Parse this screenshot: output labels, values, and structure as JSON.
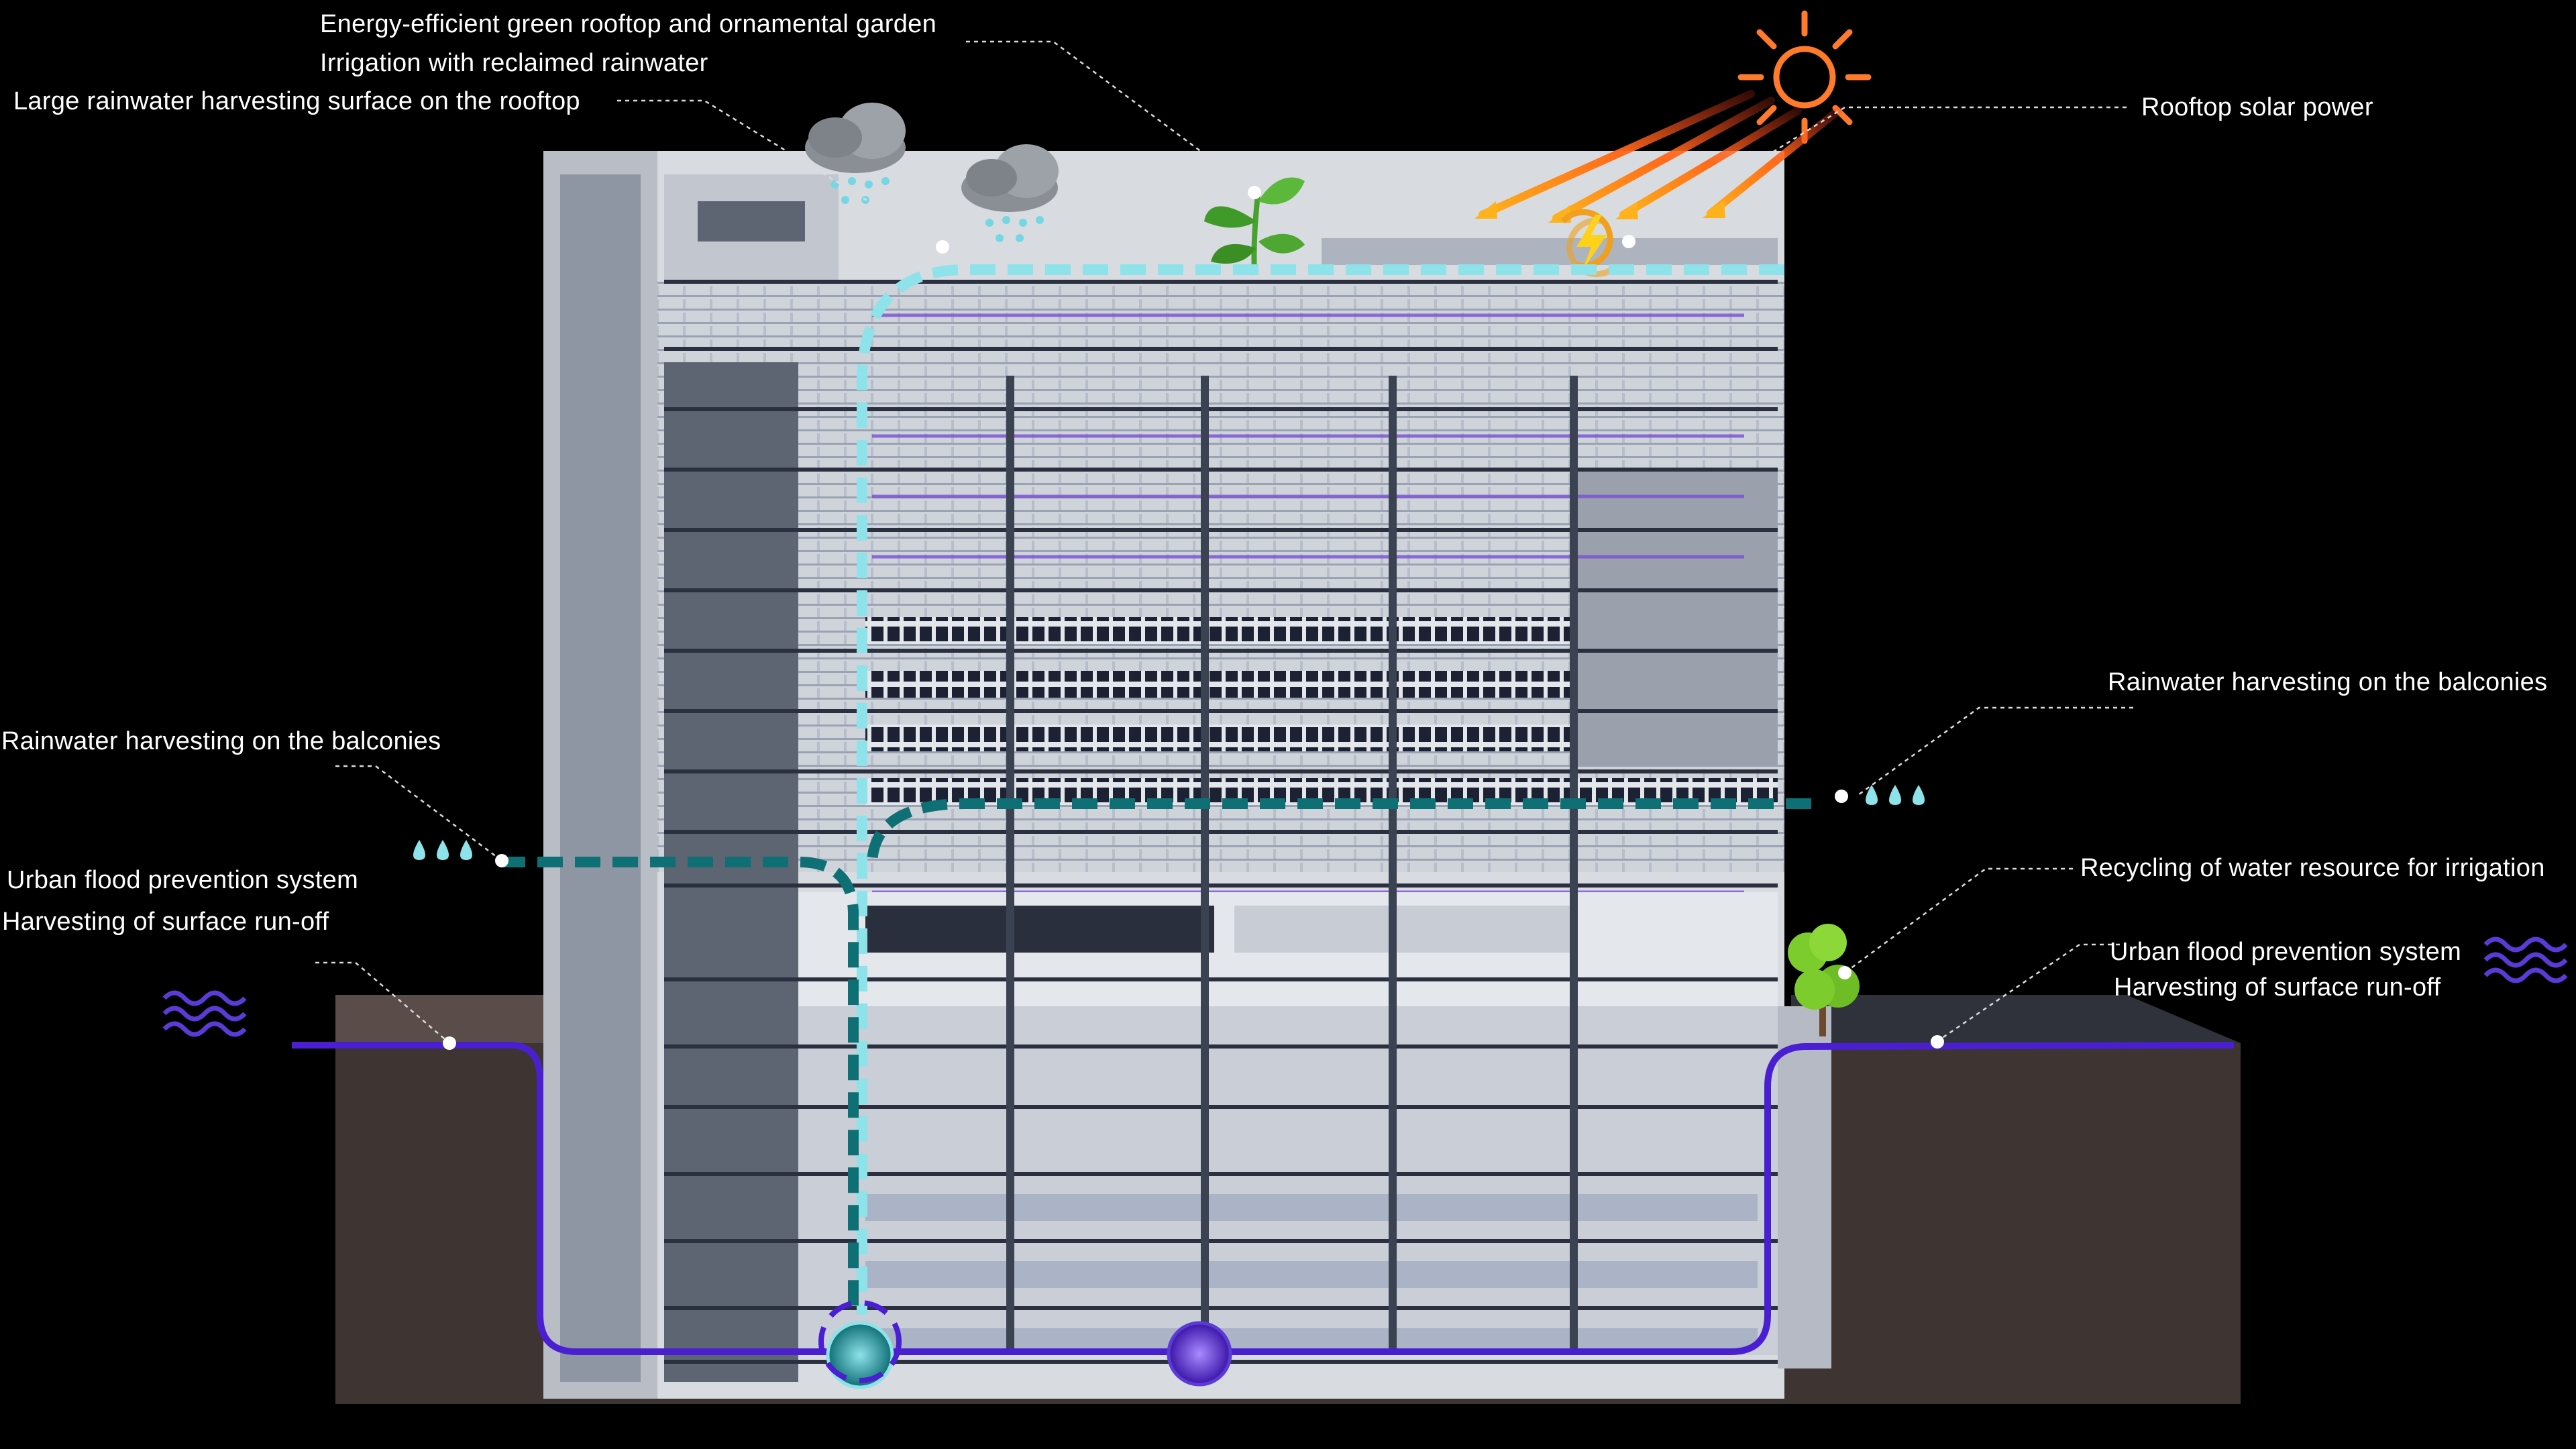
{
  "labels": {
    "green_rooftop": "Energy-efficient green rooftop and ornamental garden",
    "irrigation_reclaimed": "Irrigation with reclaimed rainwater",
    "rooftop_harvesting": "Large rainwater harvesting surface on the rooftop",
    "solar_power": "Rooftop solar power",
    "balconies_right": "Rainwater harvesting on the balconies",
    "balconies_left": "Rainwater harvesting on the balconies",
    "flood_left": "Urban flood prevention system",
    "runoff_left": "Harvesting of surface run-off",
    "recycling": "Recycling of water resource for irrigation",
    "flood_right": "Urban flood prevention system",
    "runoff_right": "Harvesting of surface run-off"
  },
  "icons": [
    "rain-cloud-icon",
    "sun-icon",
    "sprout-icon",
    "solar-energy-icon",
    "water-drops-icon",
    "waves-icon",
    "tree-icon",
    "pump-icon"
  ],
  "colors": {
    "background": "#000000",
    "rainwater_light": "#8ee2ea",
    "rainwater_dark": "#0e6f74",
    "floodwater": "#4a1fd1",
    "ground": "#3e3431",
    "building": "#d8dbe0",
    "sun": "#ff7a2b"
  }
}
